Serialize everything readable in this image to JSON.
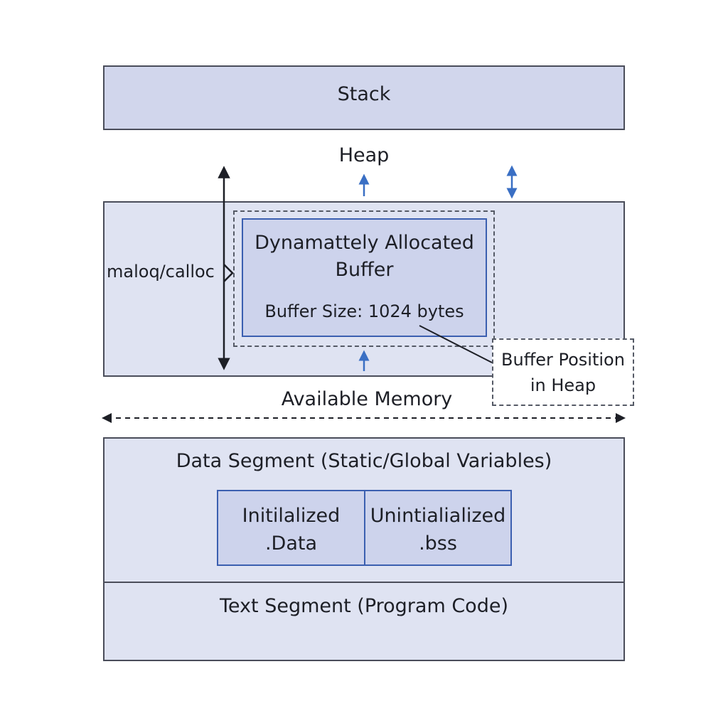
{
  "stack": {
    "label": "Stack"
  },
  "heap": {
    "label": "Heap"
  },
  "buffer": {
    "title": "Dynamattely Allocated Buffer",
    "size": "Buffer Size: 1024 bytes"
  },
  "malloc": {
    "label": "maloq/calloc"
  },
  "buffer_position": {
    "label": "Buffer Position in Heap"
  },
  "available_memory": {
    "label": "Available Memory"
  },
  "data_segment": {
    "label": "Data Segment (Static/Global Variables)",
    "initialized": "Initilalized .Data",
    "uninitialized": "Unintialialized .bss"
  },
  "text_segment": {
    "label": "Text Segment (Program Code)"
  },
  "colors": {
    "accent_arrow": "#3a6fc4",
    "dark_arrow": "#1d1f26",
    "segment_fill": "#dfe3f2",
    "stack_fill": "#d1d6ec",
    "inner_fill": "#cdd3ec",
    "inner_border": "#3b5fb0"
  }
}
